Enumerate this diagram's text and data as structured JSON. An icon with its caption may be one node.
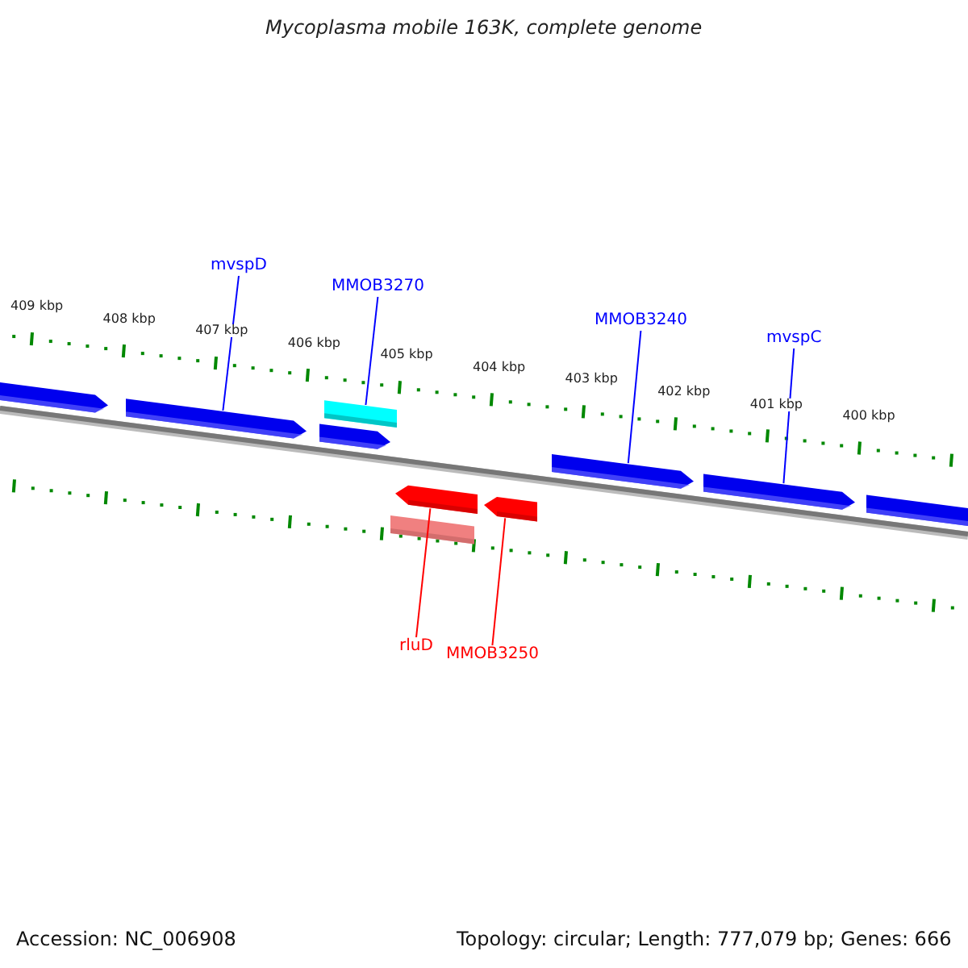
{
  "diagram": {
    "title": "Mycoplasma mobile 163K, complete genome",
    "nodes": [
      {
        "text": [
          "mvspD"
        ]
      },
      {
        "text": [],
        "shape": "arrow"
      },
      {
        "text": [
          "MMOB3270"
        ]
      },
      {
        "text": [],
        "shape": "bar"
      },
      {
        "text": [
          "MMOB3240"
        ]
      },
      {
        "text": [],
        "shape": "arrow"
      },
      {
        "text": [
          "mvspC"
        ]
      },
      {
        "text": [],
        "shape": "arrow"
      },
      {
        "text": [
          "rluD"
        ]
      },
      {
        "text": [],
        "shape": "arrow"
      },
      {
        "text": [
          "MMOB3250"
        ]
      },
      {
        "text": [],
        "shape": "arrow"
      },
      {
        "text": [],
        "shape": "arrow"
      },
      {
        "text": [],
        "shape": "arrow"
      },
      {
        "text": [],
        "shape": "arrow"
      },
      {
        "text": [],
        "shape": "bar"
      }
    ],
    "edges": [
      {
        "from": 0,
        "to": 1,
        "arrow": "none"
      },
      {
        "from": 2,
        "to": 3,
        "arrow": "none"
      },
      {
        "from": 4,
        "to": 5,
        "arrow": "none"
      },
      {
        "from": 6,
        "to": 7,
        "arrow": "none"
      },
      {
        "from": 8,
        "to": 9,
        "arrow": "none",
        "color": "#ff0000"
      },
      {
        "from": 10,
        "to": 11,
        "arrow": "none",
        "color": "#ff0000"
      }
    ],
    "labels": [
      "409 kbp",
      "408 kbp",
      "407 kbp",
      "406 kbp",
      "405 kbp",
      "404 kbp",
      "403 kbp",
      "402 kbp",
      "401 kbp",
      "400 kbp",
      "Accession: NC_006908",
      "Topology: circular; Length: 777,079 bp; Genes: 666"
    ]
  }
}
